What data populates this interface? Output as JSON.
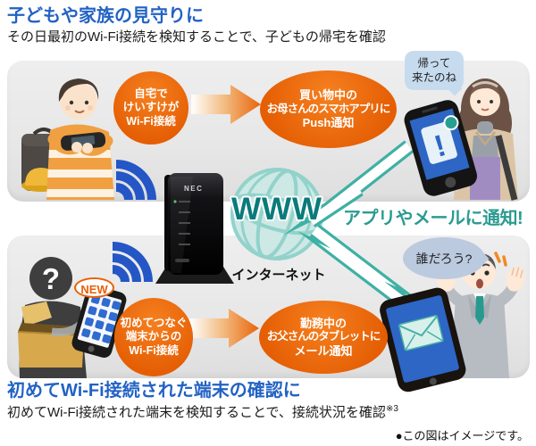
{
  "header": {
    "title": "子どもや家族の見守りに",
    "subtitle": "その日最初のWi-Fi接続を検知することで、子どもの帰宅を確認"
  },
  "footer": {
    "title": "初めてWi-Fi接続された端末の確認に",
    "subtitle": "初めてWi-Fi接続された端末を検知することで、接続状況を確認",
    "note": "※3",
    "disclaimer": "●この図はイメージです。"
  },
  "bubbles": {
    "home_connect": {
      "lines": [
        "自宅で",
        "けいすけが",
        "Wi-Fi接続"
      ]
    },
    "push_notify": {
      "lines": [
        "買い物中の",
        "お母さんのスマホアプリに",
        "Push通知"
      ]
    },
    "first_connect": {
      "lines": [
        "初めてつなぐ",
        "端末からの",
        "Wi-Fi接続"
      ]
    },
    "mail_notify": {
      "lines": [
        "勤務中の",
        "お父さんのタブレットに",
        "メール通知"
      ]
    }
  },
  "speech": {
    "mom": {
      "lines": [
        "帰って",
        "来たのね"
      ]
    },
    "dad": {
      "text": "誰だろう?"
    }
  },
  "center": {
    "www": "WWW",
    "internet": "インターネット",
    "notify": "アプリやメールに通知!",
    "router_brand": "NEC"
  },
  "badges": {
    "new": "NEW",
    "question_mark": "?",
    "exclamation": "!"
  },
  "colors": {
    "accent_orange": "#e8610a",
    "accent_teal": "#2b9b91",
    "title_blue": "#2262c4",
    "wifi_blue": "#2456c6"
  }
}
